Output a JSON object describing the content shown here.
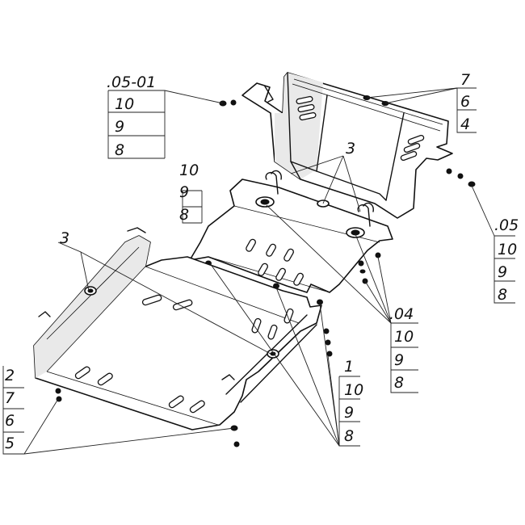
{
  "callouts": {
    "top_left_stack": [
      "05-01",
      "10",
      "9",
      "8"
    ],
    "mid_stack": [
      "10",
      "9",
      "8"
    ],
    "top_right_stack": [
      "7",
      "6",
      "4"
    ],
    "right_stack": [
      "05",
      "10",
      "9",
      "8"
    ],
    "center_right_stack": [
      "04",
      "10",
      "9",
      "8"
    ],
    "lower_right_stack": [
      "1",
      "10",
      "9",
      "8"
    ],
    "lower_left_stack": [
      "2",
      "7",
      "6",
      "5"
    ],
    "label_3_upper": "3",
    "label_3_left": "3"
  },
  "prefixes": {
    "dot": "."
  }
}
